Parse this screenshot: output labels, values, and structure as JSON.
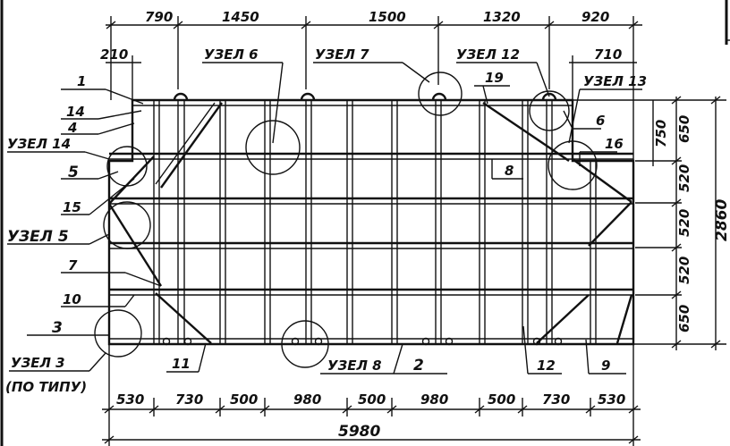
{
  "top_dims": [
    "790",
    "1450",
    "1500",
    "1320",
    "920"
  ],
  "small_dims": {
    "left": "210",
    "right": "710"
  },
  "right_dims": [
    "650",
    "520",
    "520",
    "520",
    "650"
  ],
  "right_extra": {
    "upper": "750",
    "total": "2860"
  },
  "bottom_dims": [
    "530",
    "730",
    "500",
    "980",
    "500",
    "980",
    "500",
    "730",
    "530"
  ],
  "overall_width": "5980",
  "nodes": {
    "n3": "УЗЕЛ 3",
    "n3_note": "(ПО ТИПУ)",
    "n5": "УЗЕЛ 5",
    "n6": "УЗЕЛ 6",
    "n7": "УЗЕЛ 7",
    "n8": "УЗЕЛ 8",
    "n12": "УЗЕЛ 12",
    "n13": "УЗЕЛ 13",
    "n14": "УЗЕЛ 14"
  },
  "parts": {
    "p1": "1",
    "p2": "2",
    "p3": "3",
    "p4": "4",
    "p5": "5",
    "p6": "6",
    "p7": "7",
    "p8": "8",
    "p9": "9",
    "p10": "10",
    "p11": "11",
    "p12": "12",
    "p14": "14",
    "p15": "15",
    "p16": "16",
    "p19": "19"
  }
}
